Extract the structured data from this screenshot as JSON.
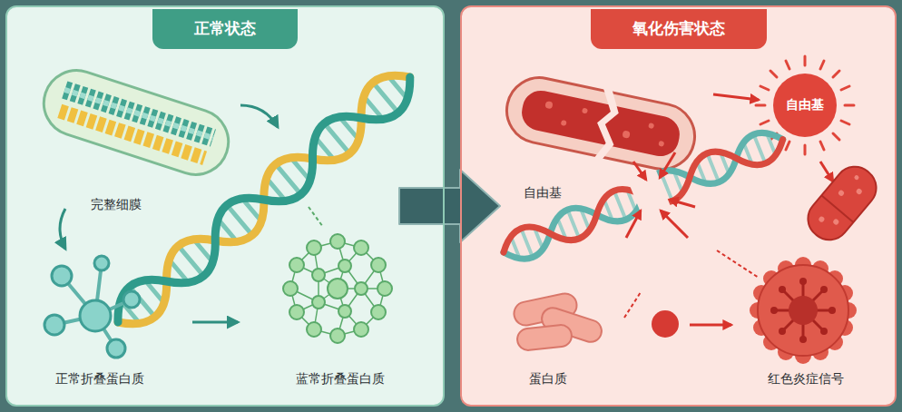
{
  "diagram": {
    "nodes": [
      {
        "text": [
          "正常状态"
        ]
      },
      {
        "text": [
          "氧化伤害状态"
        ]
      },
      {
        "text": [
          "自由基"
        ],
        "in": 1
      }
    ],
    "edges": [
      {
        "from": 0,
        "to": 1,
        "arrow": "to"
      }
    ],
    "labels": [
      "完整细膜",
      "正常折叠蛋白质",
      "蓝常折叠蛋白质",
      "自由基",
      "蛋白质",
      "红色炎症信号"
    ]
  }
}
